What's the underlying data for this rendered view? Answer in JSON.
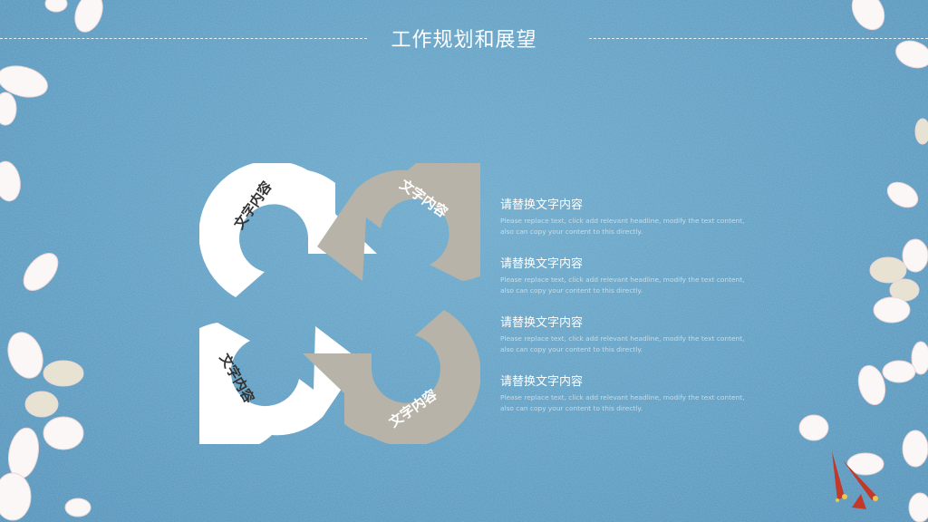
{
  "header": {
    "title": "工作规划和展望"
  },
  "diagram": {
    "labels": [
      "文字内容",
      "文字内容",
      "文字内容",
      "文字内容"
    ]
  },
  "items": [
    {
      "title": "请替换文字内容",
      "desc_line1": "Please replace text, click add relevant headline, modify the text content,",
      "desc_line2": "also can copy your content to this directly."
    },
    {
      "title": "请替换文字内容",
      "desc_line1": "Please replace text, click add relevant headline, modify the text content,",
      "desc_line2": "also can copy your content to this directly."
    },
    {
      "title": "请替换文字内容",
      "desc_line1": "Please replace text, click add relevant headline, modify the text content,",
      "desc_line2": "also can copy your content to this directly."
    },
    {
      "title": "请替换文字内容",
      "desc_line1": "Please replace text, click add relevant headline, modify the text content,",
      "desc_line2": "also can copy your content to this directly."
    }
  ],
  "colors": {
    "background": "#5b9bc0",
    "white_shape": "#ffffff",
    "gray_shape": "#b7b3a8",
    "text": "#ffffff"
  }
}
